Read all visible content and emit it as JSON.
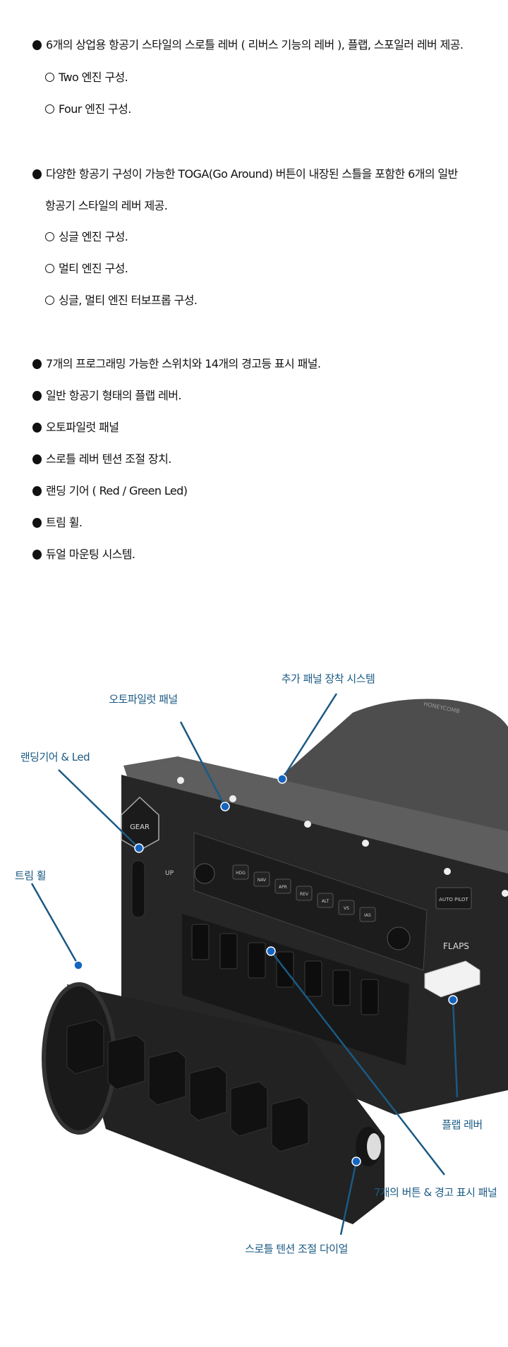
{
  "features": {
    "group1": {
      "main": "6개의 상업용 항공기 스타일의 스로틀 레버 ( 리버스 기능의 레버 ), 플랩, 스포일러 레버 제공.",
      "subs": [
        "Two 엔진 구성.",
        "Four 엔진 구성."
      ]
    },
    "group2": {
      "main_line1": "다양한 항공기 구성이 가능한 TOGA(Go Around) 버튼이 내장된 스틀을 포함한 6개의 일반",
      "main_line2": "항공기 스타일의 레버 제공.",
      "subs": [
        "싱글 엔진 구성.",
        "멀티 엔진 구성.",
        "싱글, 멀티 엔진 터보프롭 구성."
      ]
    },
    "group3": [
      "7개의 프로그래밍 가능한 스위치와 14개의 경고등 표시 패널.",
      "일반 항공기 형태의 플랩 레버.",
      "오토파일럿 패널",
      "스로틀 레버 텐션 조절 장치.",
      "랜딩 기어 ( Red / Green Led)",
      "트림 휠.",
      "듀얼 마운팅 시스템."
    ]
  },
  "figure": {
    "labels": {
      "panel_mount": "추가 패널 장착 시스템",
      "autopilot": "오토파일럿 패널",
      "landing_gear": "랜딩기어 & Led",
      "trim_wheel": "트림 휠",
      "flap_lever": "플랩 레버",
      "buttons_panel": "7개의 버튼 & 경고 표시 패널",
      "tension_dial": "스로틀 텐션 조절 다이얼"
    },
    "device_text": {
      "brand": "HONEYCOMB",
      "gear": "GEAR",
      "ap_buttons": [
        "HDG",
        "NAV",
        "APR",
        "REV",
        "ALT",
        "VS",
        "IAS"
      ],
      "autopilot_btn": "AUTO PILOT",
      "flaps": "FLAPS",
      "up": "UP"
    },
    "callout_color": "#1565c0",
    "line_color": "#1a5a84"
  }
}
